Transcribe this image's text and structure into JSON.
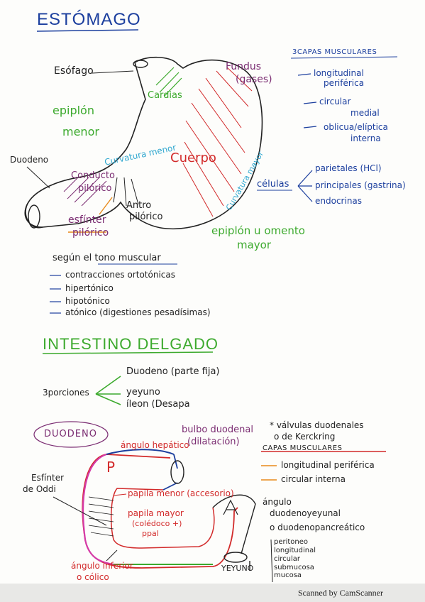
{
  "stomach": {
    "title": "ESTÓMAGO",
    "esofago": "Esófago",
    "fundus": "Fundus",
    "gases": "(gases)",
    "cardias": "Cardias",
    "epiplon_menor_1": "epiplón",
    "epiplon_menor_2": "menor",
    "duodeno": "Duodeno",
    "curvatura_menor": "Curvatura menor",
    "cuerpo": "Cuerpo",
    "curvatura_mayor": "Curvatura mayor",
    "conducto_1": "Conducto",
    "conducto_2": "pilórico",
    "esfinter_1": "esfínter",
    "esfinter_2": "pilórico",
    "antro_1": "Antro",
    "antro_2": "pilórico",
    "epiplon_mayor_1": "epiplón u omento",
    "epiplon_mayor_2": "mayor",
    "capas_title": "3CAPAS MUSCULARES",
    "capas": [
      "longitudinal",
      "periférica",
      "circular",
      "medial",
      "oblicua/elíptica",
      "interna"
    ],
    "celulas": "células",
    "celulas_items": [
      "parietales (HCl)",
      "principales (gastrina)",
      "endocrinas"
    ],
    "tono_intro": "según el tono muscular",
    "tono_items": [
      "contracciones ortotónicas",
      "hipertónico",
      "hipotónico",
      "atónico (digestiones pesadísimas)"
    ]
  },
  "intestino": {
    "title": "INTESTINO DELGADO",
    "porciones": "3porciones",
    "items": [
      "Duodeno (parte fija)",
      "yeyuno",
      "íleon (Desapa"
    ]
  },
  "duodeno": {
    "title": "DUODENO",
    "angulo_hepatico": "ángulo hepático",
    "bulbo_1": "bulbo duodenal",
    "bulbo_2": "(dilatación)",
    "valvulas_1": "* válvulas duodenales",
    "valvulas_2": "o de Kerckring",
    "capas_title": "CAPAS MUSCULARES",
    "capas": [
      "longitudinal periférica",
      "circular interna"
    ],
    "esfinter_1": "Esfínter",
    "esfinter_2": "de Oddi",
    "papila_menor": "papila menor (accesorio)",
    "papila_mayor_1": "papila mayor",
    "papila_mayor_2": "(colédoco +)",
    "papila_mayor_3": "ppal",
    "angulo_dy_1": "ángulo",
    "angulo_dy_2": "duodenoyeyunal",
    "angulo_dy_3": "o duodenopancreático",
    "letter_p": "P",
    "capas_list": [
      "peritoneo",
      "longitudinal",
      "circular",
      "submucosa",
      "mucosa"
    ],
    "yeyuno": "YEYUNO",
    "angulo_inf_1": "ángulo inferior",
    "angulo_inf_2": "o cólico"
  },
  "footer": "Scanned by CamScanner"
}
